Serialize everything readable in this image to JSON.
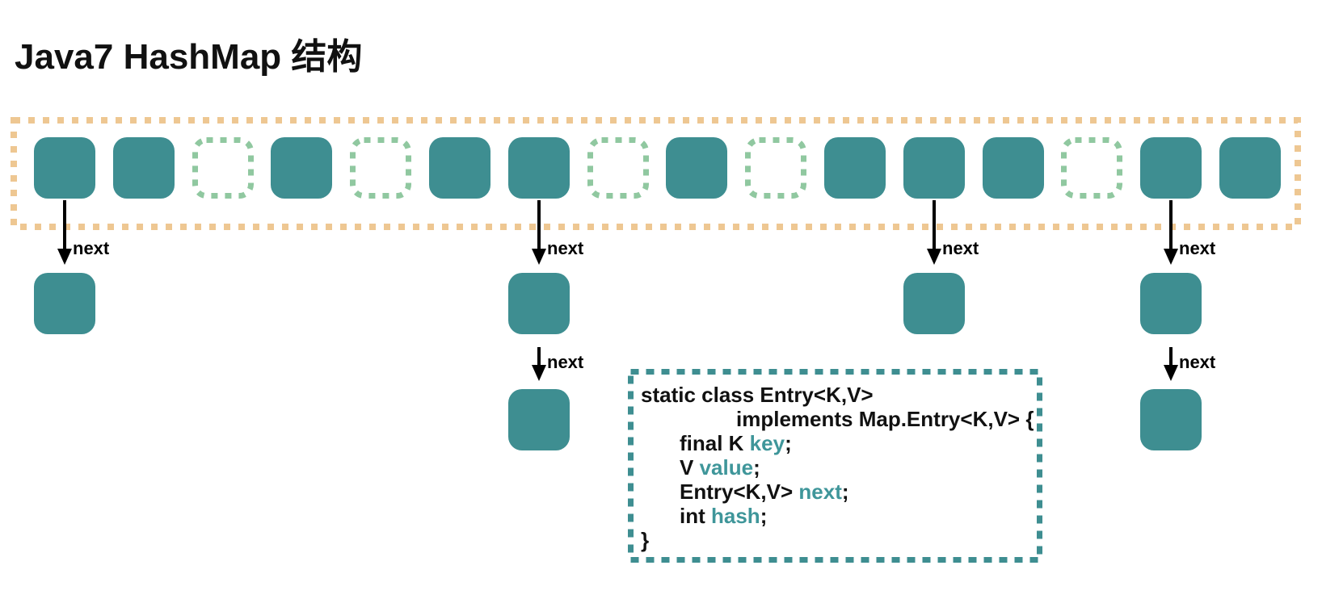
{
  "title": "Java7 HashMap 结构",
  "colors": {
    "bucket_teal": "#3E8E91",
    "empty_bucket_green": "#90C8A0",
    "array_border_orange": "#EEC792",
    "code_border_teal": "#3E8E91",
    "code_text_black": "#111111",
    "code_field_teal": "#3F969A",
    "arrow_black": "#000000"
  },
  "bucket_array": {
    "buckets": [
      "filled",
      "filled",
      "empty",
      "filled",
      "empty",
      "filled",
      "filled",
      "empty",
      "filled",
      "empty",
      "filled",
      "filled",
      "filled",
      "empty",
      "filled",
      "filled"
    ]
  },
  "chains": [
    {
      "bucket_index": 0,
      "entries": 1,
      "arrow_label": "next"
    },
    {
      "bucket_index": 6,
      "entries": 2,
      "arrow_label": "next"
    },
    {
      "bucket_index": 11,
      "entries": 1,
      "arrow_label": "next"
    },
    {
      "bucket_index": 14,
      "entries": 2,
      "arrow_label": "next"
    }
  ],
  "code_box": {
    "lines": [
      {
        "indent": 0,
        "tokens": [
          {
            "text": "static class Entry<K,V>",
            "color": "black"
          }
        ]
      },
      {
        "indent": 2,
        "tokens": [
          {
            "text": "implements Map.Entry<K,V> {",
            "color": "black"
          }
        ]
      },
      {
        "indent": 1,
        "tokens": [
          {
            "text": "final K ",
            "color": "black"
          },
          {
            "text": "key",
            "color": "teal"
          },
          {
            "text": ";",
            "color": "black"
          }
        ]
      },
      {
        "indent": 1,
        "tokens": [
          {
            "text": "V ",
            "color": "black"
          },
          {
            "text": "value",
            "color": "teal"
          },
          {
            "text": ";",
            "color": "black"
          }
        ]
      },
      {
        "indent": 1,
        "tokens": [
          {
            "text": "Entry<K,V> ",
            "color": "black"
          },
          {
            "text": "next",
            "color": "teal"
          },
          {
            "text": ";",
            "color": "black"
          }
        ]
      },
      {
        "indent": 1,
        "tokens": [
          {
            "text": "int ",
            "color": "black"
          },
          {
            "text": "hash",
            "color": "teal"
          },
          {
            "text": ";",
            "color": "black"
          }
        ]
      },
      {
        "indent": 0,
        "tokens": [
          {
            "text": "}",
            "color": "black"
          }
        ]
      }
    ]
  }
}
